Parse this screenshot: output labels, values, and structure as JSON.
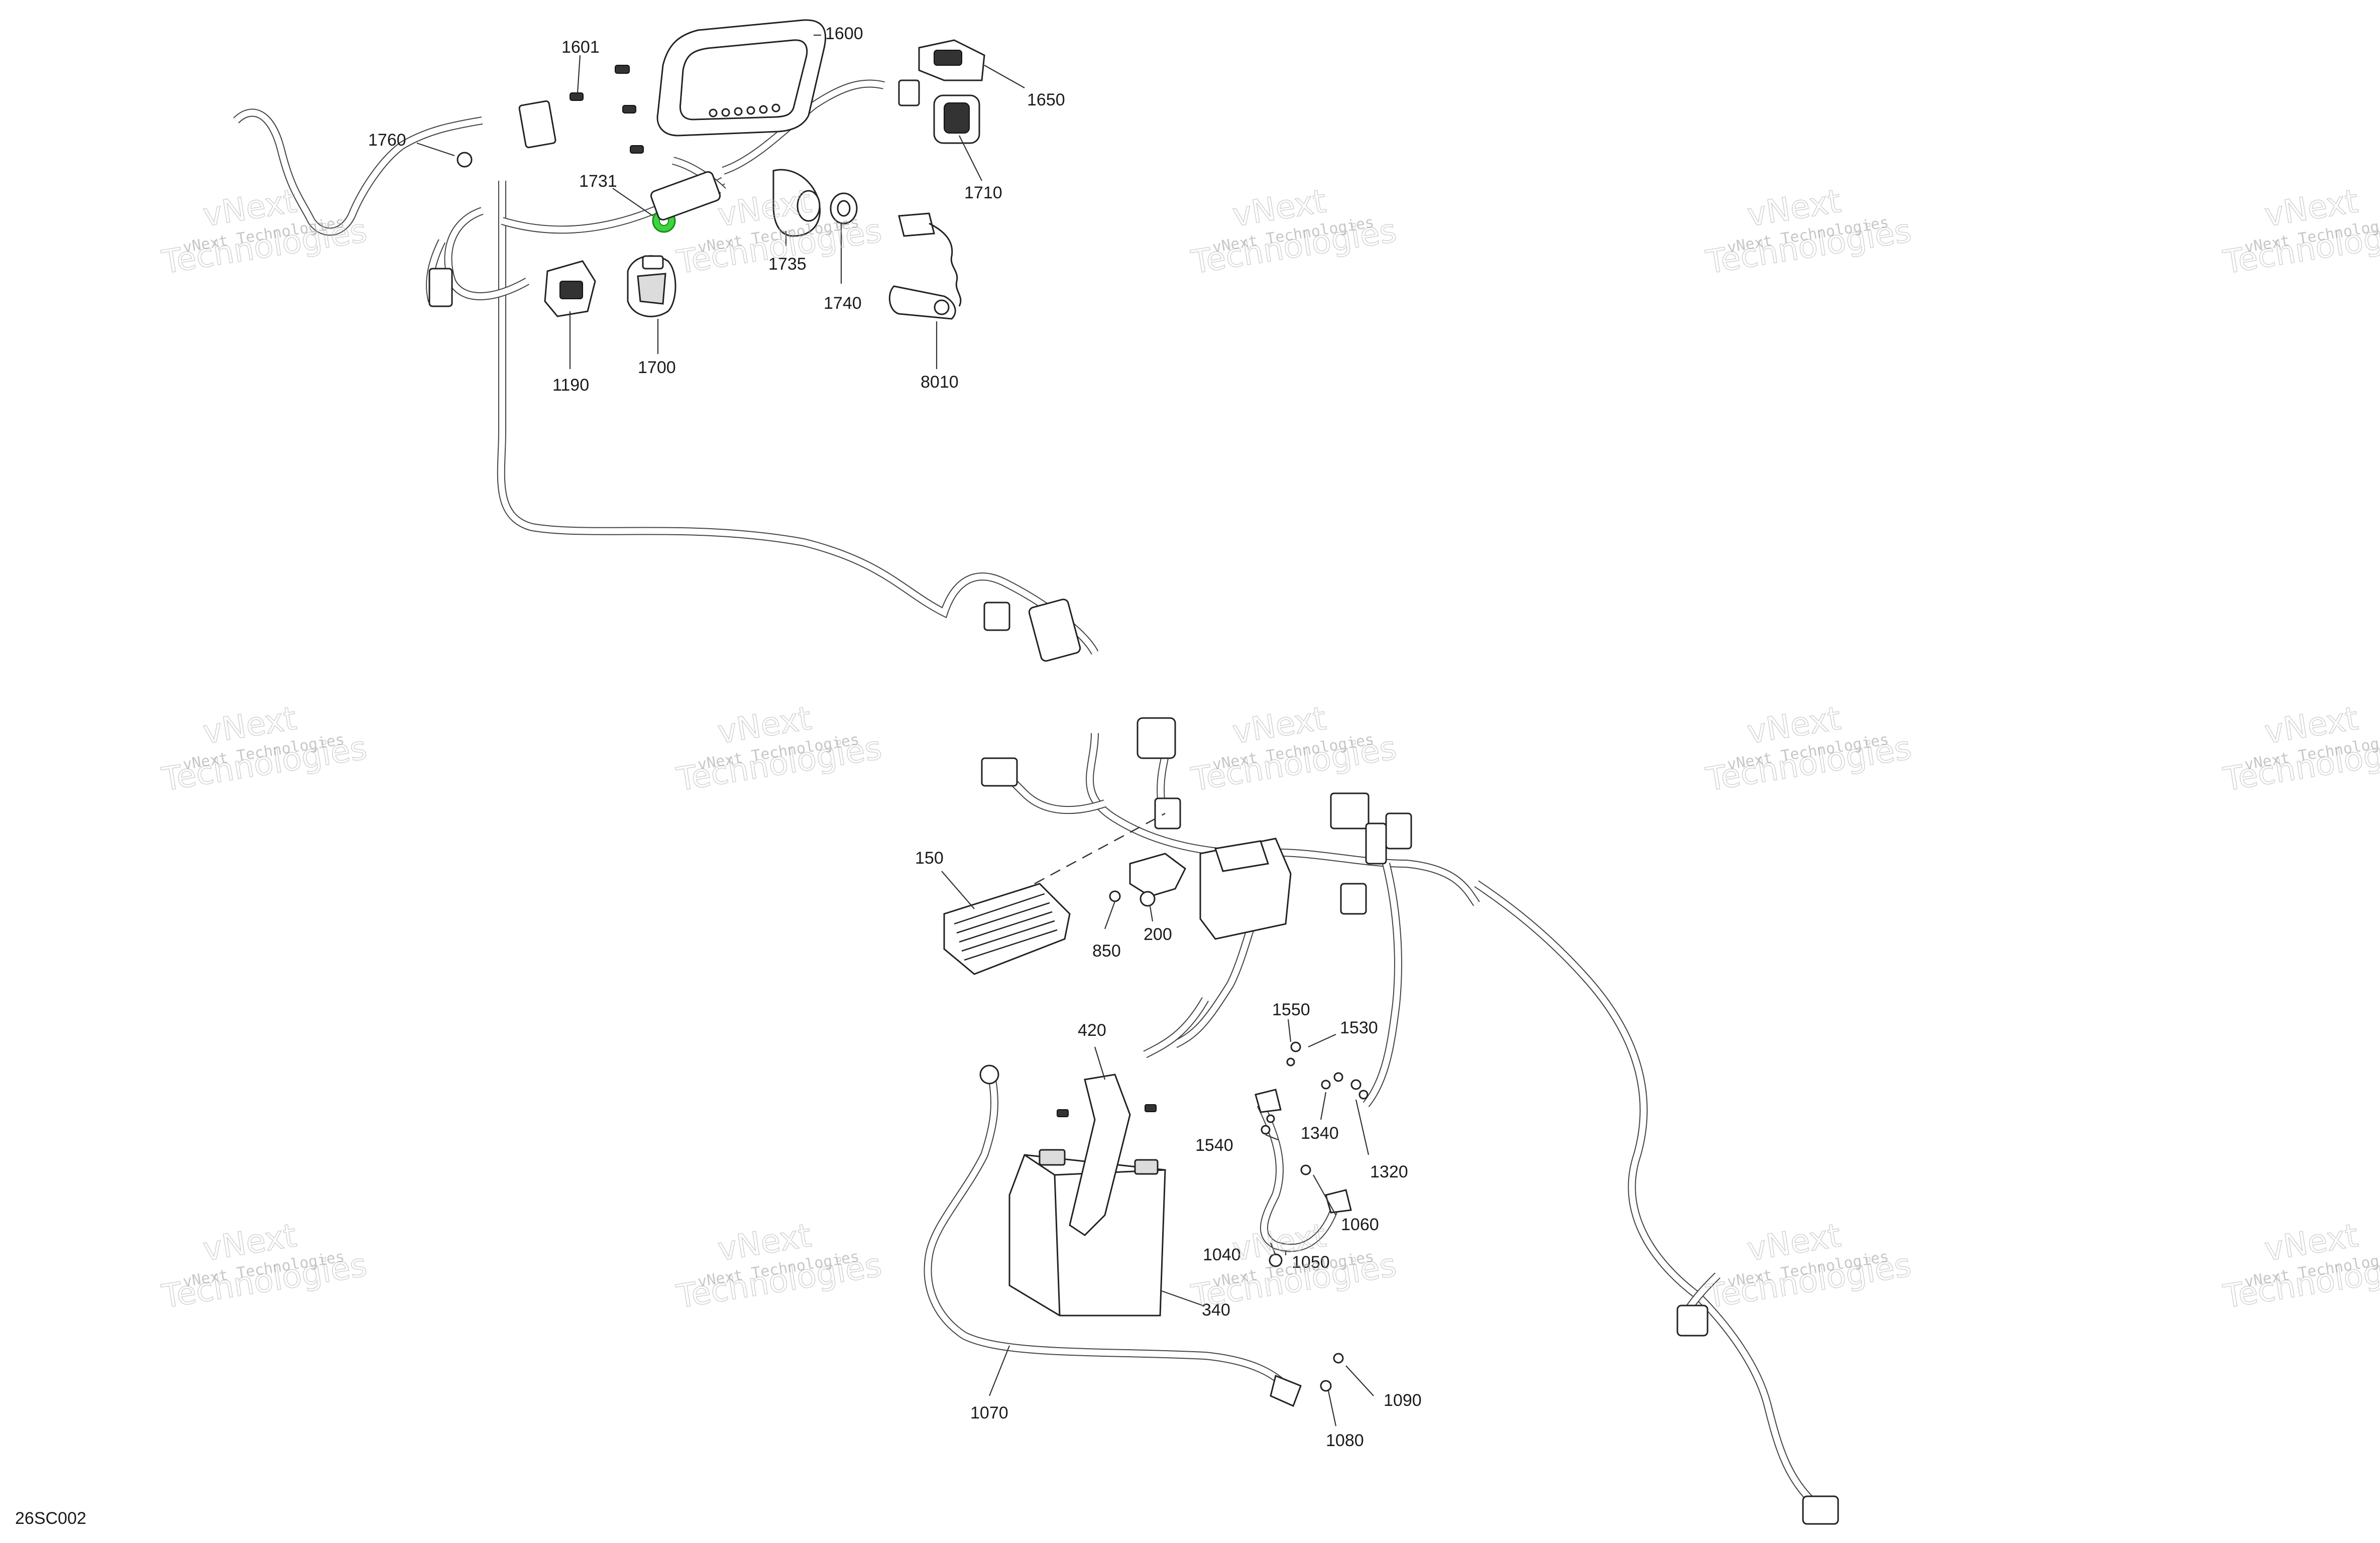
{
  "diagram_id": "26SC002",
  "watermark": {
    "line1": "vNext Technologies",
    "line2": "vNext",
    "line3": "Technologies"
  },
  "labels": {
    "p1600": "1600",
    "p1601": "1601",
    "p1650": "1650",
    "p1710": "1710",
    "p1760": "1760",
    "p1731": "1731",
    "p1735": "1735",
    "p1740": "1740",
    "p8010": "8010",
    "p1190": "1190",
    "p1700": "1700",
    "p150": "150",
    "p850": "850",
    "p200": "200",
    "p420": "420",
    "p1550": "1550",
    "p1530": "1530",
    "p1540": "1540",
    "p1340": "1340",
    "p1320": "1320",
    "p1060": "1060",
    "p1040": "1040",
    "p1050": "1050",
    "p340": "340",
    "p1070": "1070",
    "p1090": "1090",
    "p1080": "1080"
  },
  "colors": {
    "highlight": "#3fd43f",
    "line": "#222222",
    "watermark": "#9a9a9a"
  }
}
